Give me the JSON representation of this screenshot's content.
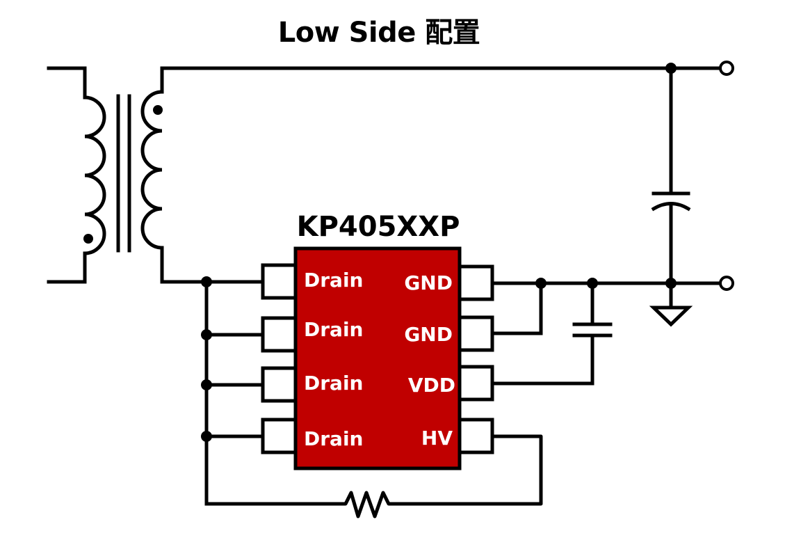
{
  "title": "Low Side 配置",
  "chip": {
    "name": "KP405XXP",
    "body_color": "#c00000",
    "left_pins": [
      "Drain",
      "Drain",
      "Drain",
      "Drain"
    ],
    "right_pins": [
      "GND",
      "GND",
      "VDD",
      "HV"
    ]
  },
  "colors": {
    "wire": "#000000",
    "pin_label": "#ffffff"
  }
}
